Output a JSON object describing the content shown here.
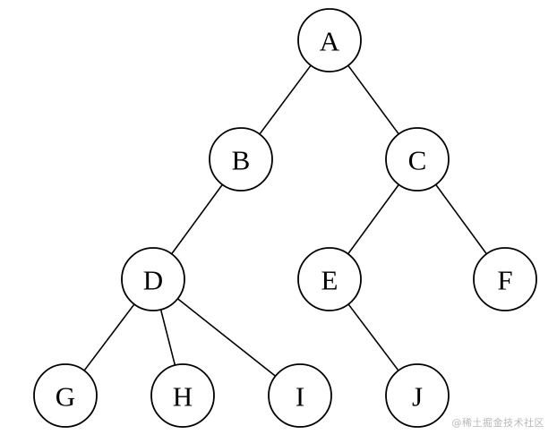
{
  "tree": {
    "nodes": [
      {
        "id": "A",
        "label": "A"
      },
      {
        "id": "B",
        "label": "B"
      },
      {
        "id": "C",
        "label": "C"
      },
      {
        "id": "D",
        "label": "D"
      },
      {
        "id": "E",
        "label": "E"
      },
      {
        "id": "F",
        "label": "F"
      },
      {
        "id": "G",
        "label": "G"
      },
      {
        "id": "H",
        "label": "H"
      },
      {
        "id": "I",
        "label": "I"
      },
      {
        "id": "J",
        "label": "J"
      }
    ],
    "edges": [
      {
        "from": "A",
        "to": "B"
      },
      {
        "from": "A",
        "to": "C"
      },
      {
        "from": "B",
        "to": "D"
      },
      {
        "from": "C",
        "to": "E"
      },
      {
        "from": "C",
        "to": "F"
      },
      {
        "from": "D",
        "to": "G"
      },
      {
        "from": "D",
        "to": "H"
      },
      {
        "from": "D",
        "to": "I"
      },
      {
        "from": "E",
        "to": "J"
      }
    ]
  },
  "watermark": {
    "text": "@稀土掘金技术社区"
  }
}
